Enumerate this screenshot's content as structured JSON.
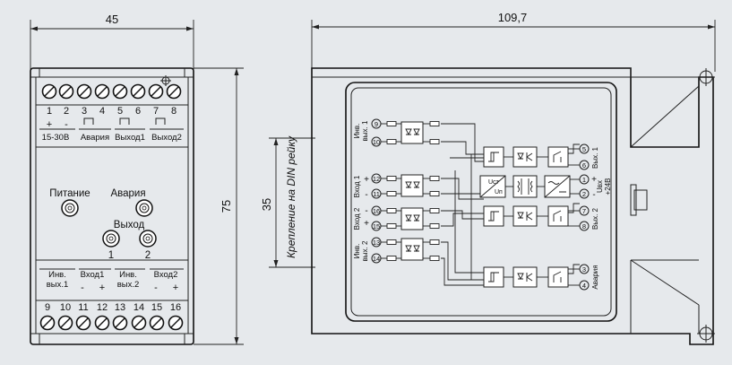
{
  "dimensions": {
    "width_left": "45",
    "width_right": "109,7",
    "height": "75",
    "din": "35",
    "din_label": "Крепление на DIN рейку"
  },
  "front": {
    "top_numbers": [
      "1",
      "2",
      "3",
      "4",
      "5",
      "6",
      "7",
      "8"
    ],
    "bottom_numbers": [
      "9",
      "10",
      "11",
      "12",
      "13",
      "14",
      "15",
      "16"
    ],
    "top_signs": [
      "+",
      "-"
    ],
    "top_labels": [
      "15-30В",
      "Авария",
      "Выход1",
      "Выход2"
    ],
    "indicator_labels": [
      "Питание",
      "Авария",
      "Выход",
      "1",
      "2"
    ],
    "bottom_labels": [
      "Инв.",
      "вых.1",
      "Вход1",
      "Инв.",
      "вых.2",
      "Вход2"
    ],
    "bottom_signs": [
      "-",
      "+",
      "-",
      "+"
    ]
  },
  "schematic": {
    "left_pins": [
      "9",
      "10",
      "12",
      "11",
      "16",
      "15",
      "13",
      "14"
    ],
    "right_pins": [
      "5",
      "6",
      "1",
      "2",
      "7",
      "8",
      "3",
      "4"
    ],
    "left_labels": [
      "Инв.",
      "вых. 1",
      "Вход 1",
      "Вход 2",
      "Инв.",
      "вых. 2"
    ],
    "left_signs": [
      "+",
      "-",
      "-",
      "+"
    ],
    "right_labels": [
      "Вых. 1",
      "Uвх",
      "+24В",
      "Вых. 2",
      "Авария"
    ],
    "right_signs": [
      "+",
      "-"
    ],
    "converter_labels": [
      "Uст",
      "Uп"
    ]
  },
  "colors": {
    "background": "#e6e9ec",
    "line": "#222222"
  }
}
